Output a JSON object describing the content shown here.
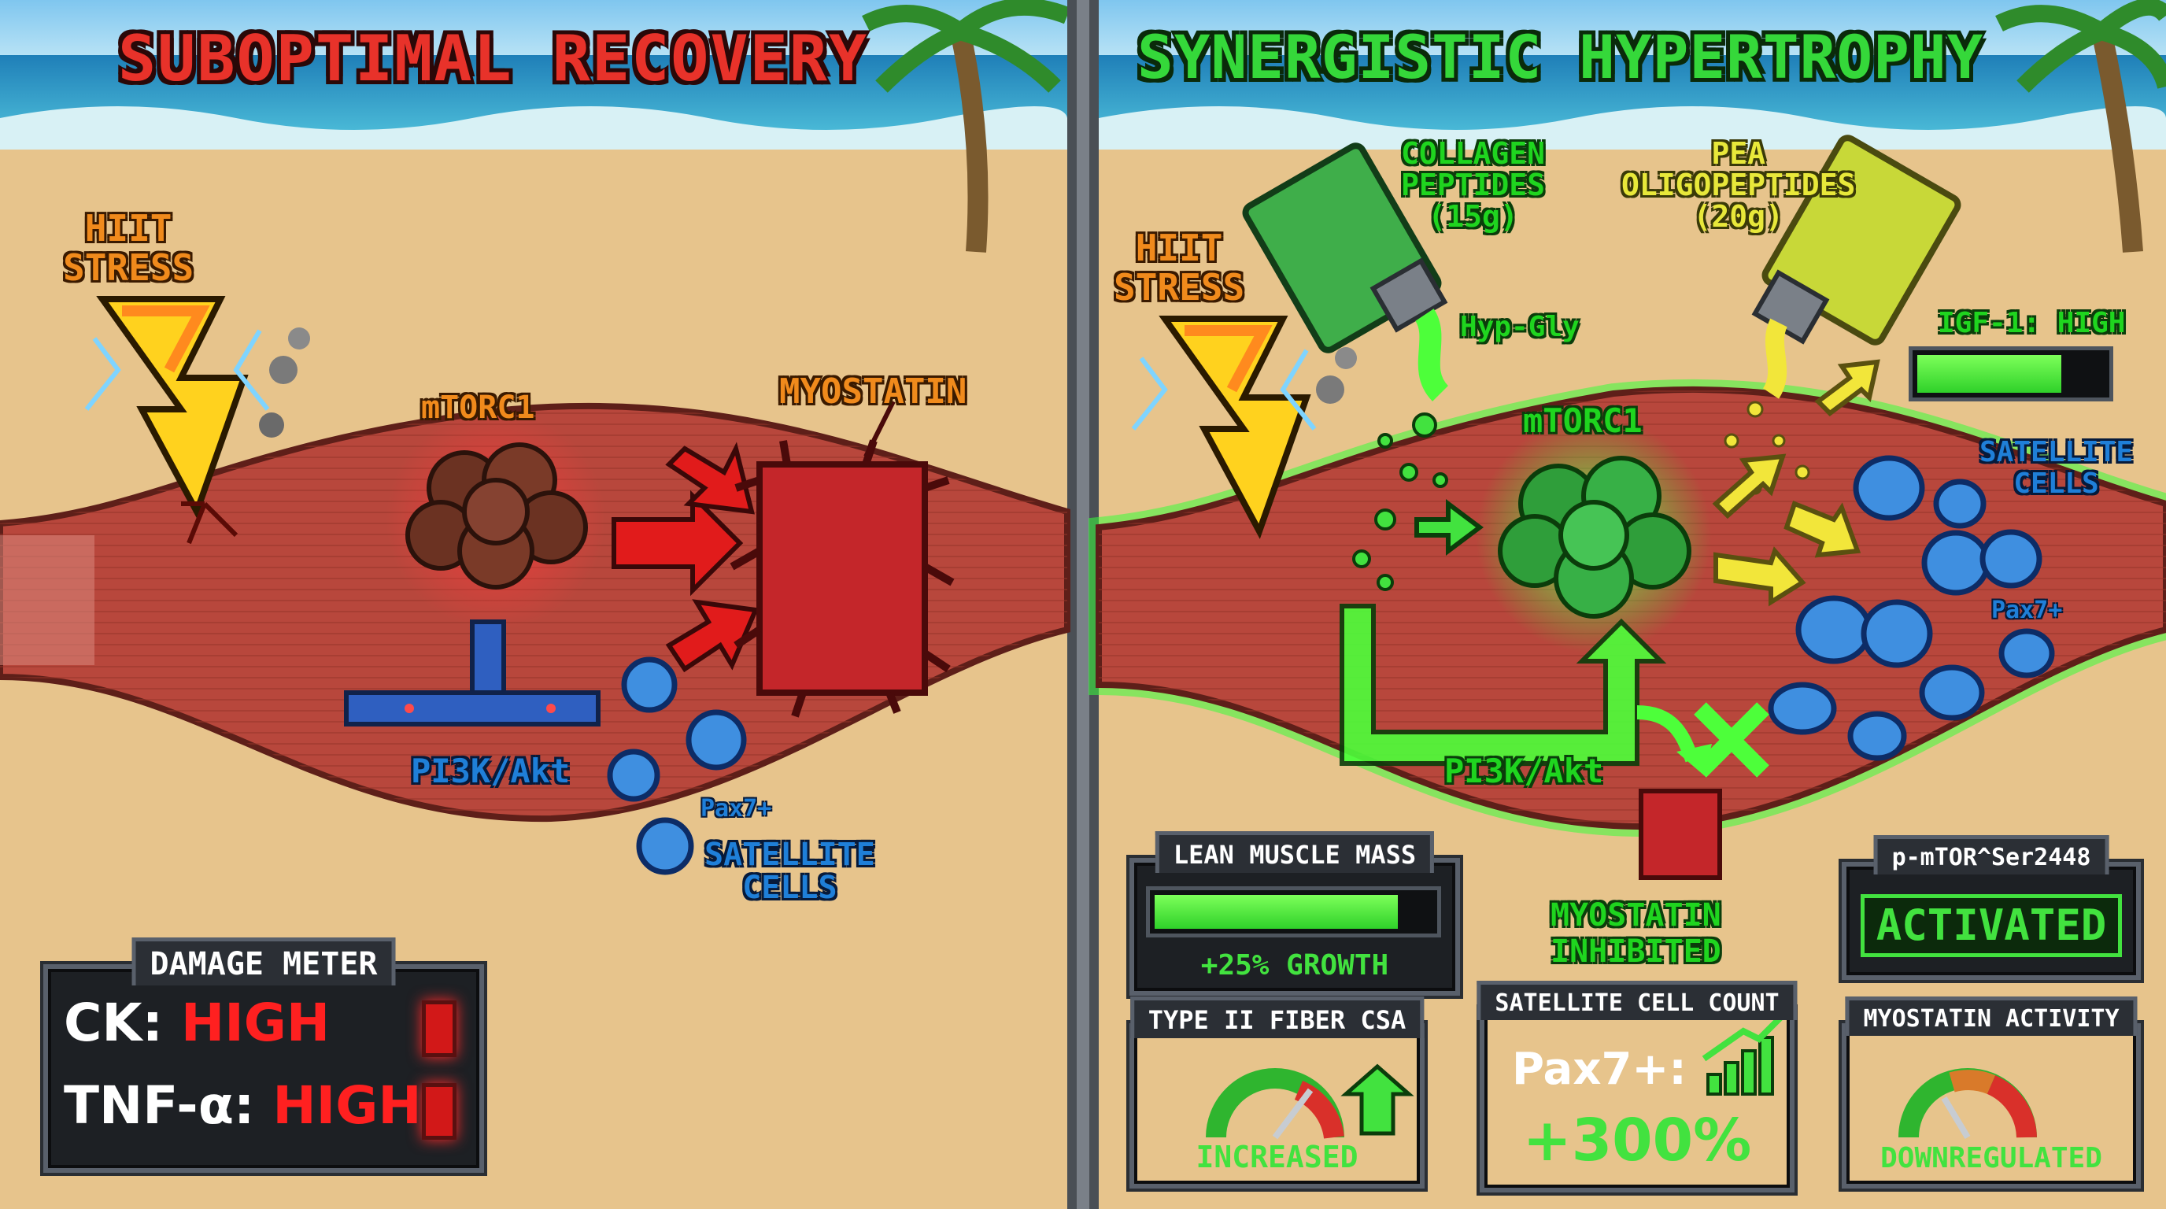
{
  "left_panel": {
    "title": "SUBOPTIMAL RECOVERY",
    "hiit_label_line1": "HIIT",
    "hiit_label_line2": "STRESS",
    "mtorc1_label": "mTORC1",
    "myostatin_label": "MYOSTATIN",
    "pi3k_label": "PI3K/Akt",
    "pax7_label": "Pax7+",
    "satellite_line1": "SATELLITE",
    "satellite_line2": "CELLS",
    "damage_meter": {
      "title": "DAMAGE METER",
      "rows": [
        {
          "marker": "CK: ",
          "value": "HIGH"
        },
        {
          "marker": "TNF-α: ",
          "value": "HIGH"
        }
      ]
    }
  },
  "right_panel": {
    "title": "SYNERGISTIC HYPERTROPHY",
    "hiit_label_line1": "HIIT",
    "hiit_label_line2": "STRESS",
    "collagen_line1": "COLLAGEN",
    "collagen_line2": "PEPTIDES",
    "collagen_line3": "(15g)",
    "pea_line1": "PEA",
    "pea_line2": "OLIGOPEPTIDES",
    "pea_line3": "(20g)",
    "hypgly_label": "Hyp-Gly",
    "mtorc1_label": "mTORC1",
    "pi3k_label": "PI3K/Akt",
    "igf1_label": "IGF-1: HIGH",
    "igf1_level": 0.78,
    "satellite_line1": "SATELLITE",
    "satellite_line2": "CELLS",
    "pax7_label": "Pax7+",
    "myostatin_inhibited_line1": "MYOSTATIN",
    "myostatin_inhibited_line2": "INHIBITED",
    "lean_mass": {
      "title": "LEAN MUSCLE MASS",
      "caption": "+25% GROWTH",
      "level": 0.88
    },
    "pmtor": {
      "title": "p-mTOR^Ser2448",
      "status": "ACTIVATED"
    },
    "fiber_csa": {
      "title": "TYPE II FIBER CSA",
      "status": "INCREASED"
    },
    "satellite_count": {
      "title": "SATELLITE CELL COUNT",
      "line1": "Pax7+:",
      "line2": "+300%"
    },
    "myostatin_activity": {
      "title": "MYOSTATIN ACTIVITY",
      "status": "DOWNREGULATED"
    }
  },
  "colors": {
    "title_red": "#e8322a",
    "title_green": "#35d83a",
    "muscle": "#b8473c",
    "myostatin": "#c4262a",
    "glow_green": "#39ff3a",
    "satellite_blue": "#3f8fe0",
    "label_blue": "#1f7fd8",
    "label_orange": "#f08a1c",
    "status_green": "#42e23f",
    "status_red": "#ff2020"
  }
}
